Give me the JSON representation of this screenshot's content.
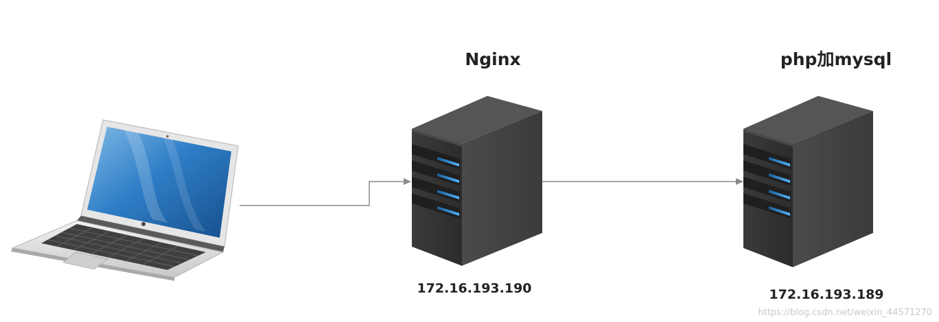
{
  "nodes": {
    "laptop": {
      "icon": "laptop-icon"
    },
    "nginx": {
      "title": "Nginx",
      "ip": "172.16.193.190",
      "icon": "server-icon"
    },
    "backend": {
      "title": "php加mysql",
      "ip": "172.16.193.189",
      "icon": "server-icon"
    }
  },
  "connections": [
    {
      "from": "laptop",
      "to": "nginx"
    },
    {
      "from": "nginx",
      "to": "backend"
    }
  ],
  "watermark": "https://blog.csdn.net/weixin_44571270",
  "colors": {
    "server_body": "#3d3d3d",
    "server_led": "#2e9bf0",
    "connector": "#8a8a8a",
    "screen": "#2f7ec7"
  }
}
